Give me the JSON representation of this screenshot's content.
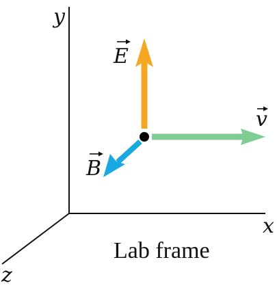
{
  "axes": {
    "x_label": "x",
    "y_label": "y",
    "z_label": "z"
  },
  "vectors": {
    "E": {
      "label": "E",
      "color": "#f5a623"
    },
    "v": {
      "label": "v",
      "color": "#7fcc94"
    },
    "B": {
      "label": "B",
      "color": "#18a9e0"
    }
  },
  "charge": {
    "color": "#000000"
  },
  "caption": "Lab frame"
}
